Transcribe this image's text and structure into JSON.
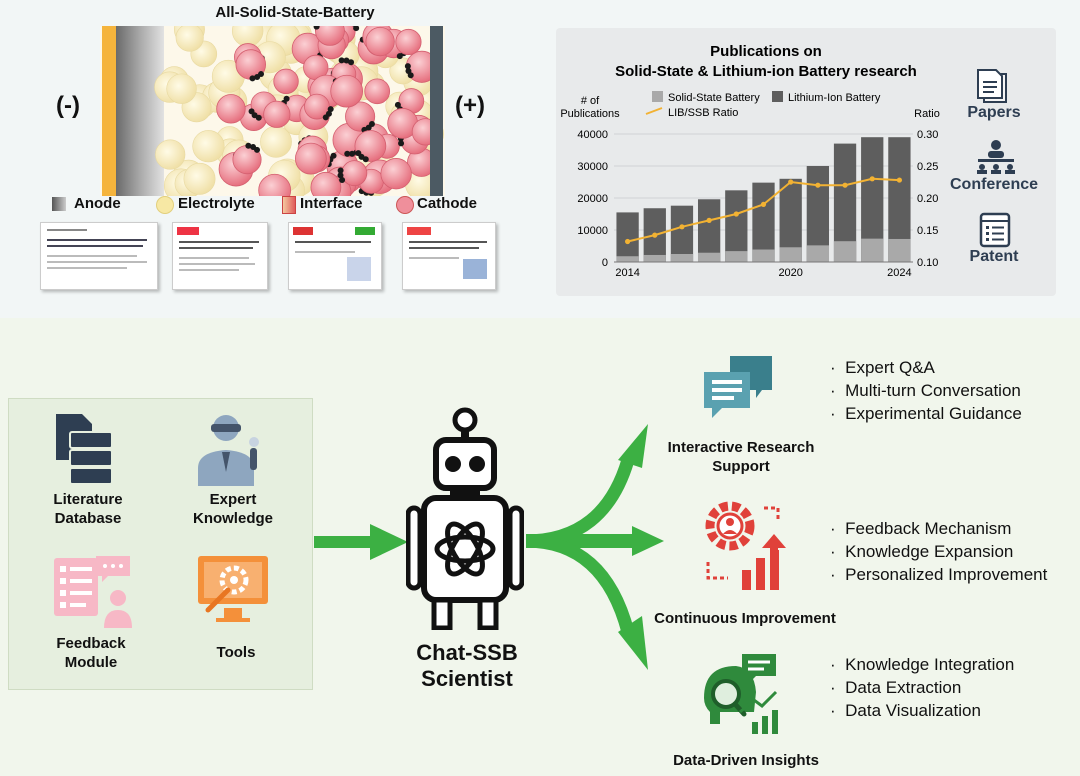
{
  "battery": {
    "title": "All-Solid-State-Battery",
    "negative": "(-)",
    "positive": "(+)",
    "legend": [
      {
        "label": "Anode",
        "color": "#777777"
      },
      {
        "label": "Electrolyte",
        "color": "#f7e8a4"
      },
      {
        "label": "Interface",
        "color": "#e88a8a"
      },
      {
        "label": "Cathode",
        "color": "#ef8f9b"
      }
    ]
  },
  "chart_data": {
    "type": "bar",
    "title": "Publications on\nSolid-State & Lithium-ion Battery research",
    "ylabel": "# of\nPublications",
    "y2label": "Ratio",
    "categories": [
      2014,
      2015,
      2016,
      2017,
      2018,
      2019,
      2020,
      2021,
      2022,
      2023,
      2024
    ],
    "x_tick_labels": [
      "2014",
      "2020",
      "2024"
    ],
    "y_ticks": [
      "0",
      "10000",
      "20000",
      "30000",
      "40000"
    ],
    "y2_ticks": [
      "0.10",
      "0.15",
      "0.20",
      "0.25",
      "0.30"
    ],
    "ylim": [
      0,
      40000
    ],
    "y2lim": [
      0.1,
      0.3
    ],
    "legend_placement": "top",
    "series": [
      {
        "name": "Solid-State Battery",
        "kind": "bar",
        "color": "#a9a9a9",
        "values": [
          1800,
          2200,
          2500,
          2900,
          3400,
          3900,
          4600,
          5200,
          6500,
          7300,
          7200
        ]
      },
      {
        "name": "Lithium-Ion Battery",
        "kind": "bar",
        "color": "#5e5e5e",
        "values": [
          15500,
          16800,
          17600,
          19600,
          22400,
          24800,
          26000,
          30000,
          37000,
          39000,
          39000
        ]
      },
      {
        "name": "LIB/SSB Ratio",
        "kind": "line",
        "color": "#f2b233",
        "values": [
          0.132,
          0.142,
          0.155,
          0.165,
          0.175,
          0.19,
          0.225,
          0.22,
          0.22,
          0.23,
          0.228
        ]
      }
    ]
  },
  "sources": {
    "papers": "Papers",
    "conference": "Conference",
    "patent": "Patent"
  },
  "inputs": {
    "literature": "Literature\nDatabase",
    "expert": "Expert\nKnowledge",
    "feedback": "Feedback\nModule",
    "tools": "Tools"
  },
  "center": {
    "title": "Chat-SSB\nScientist"
  },
  "outputs": [
    {
      "title": "Interactive Research\nSupport",
      "bullets": [
        "Expert Q&A",
        "Multi-turn Conversation",
        "Experimental Guidance"
      ]
    },
    {
      "title": "Continuous Improvement",
      "bullets": [
        "Feedback Mechanism",
        "Knowledge Expansion",
        "Personalized Improvement"
      ]
    },
    {
      "title": "Data-Driven Insights",
      "bullets": [
        "Knowledge Integration",
        "Data Extraction",
        "Data Visualization"
      ]
    }
  ],
  "bullet_marker": "·",
  "colors": {
    "arrow": "#3cb043",
    "teal_icon": "#3a7f8c",
    "red_icon": "#e0413a",
    "green_icon": "#2f8a3c",
    "navy_icon": "#2e3e52"
  }
}
